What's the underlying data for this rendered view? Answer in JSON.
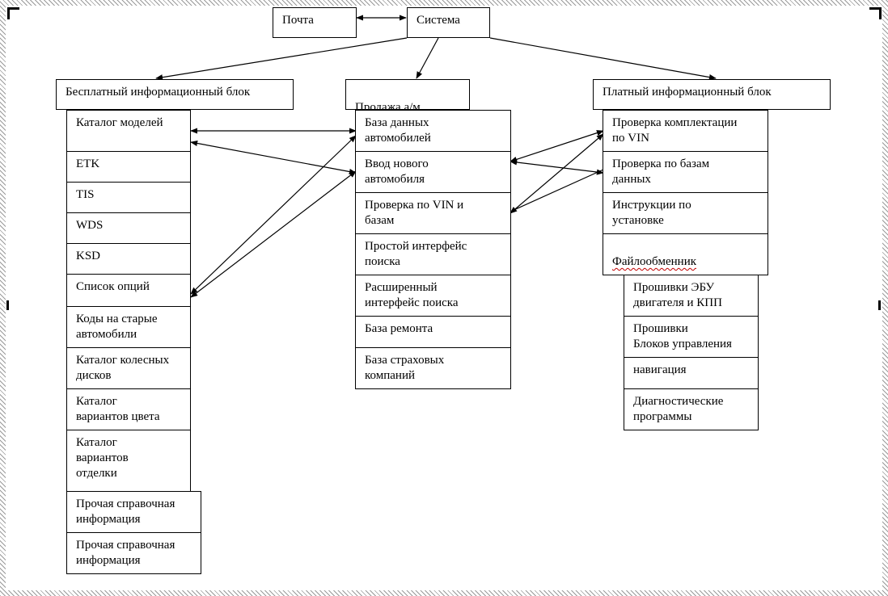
{
  "top": {
    "mail": "Почта",
    "system": "Система"
  },
  "free": {
    "header": "Бесплатный информационный блок",
    "items": [
      "Каталог моделей",
      "ETK",
      "TIS",
      "WDS",
      "KSD",
      "Список опций",
      "Коды на старые\nавтомобили",
      "Каталог колесных\nдисков",
      "Каталог\nвариантов цвета",
      "Каталог\nвариантов\nотделки",
      "Прочая справочная\nинформация",
      "Прочая справочная\nинформация"
    ]
  },
  "sale": {
    "header_underlined": "Продажа",
    "header_rest": " а/м",
    "items": [
      "База данных\nавтомобилей",
      "Ввод нового\nавтомобиля",
      "Проверка по VIN и\nбазам",
      "Простой интерфейс\nпоиска",
      "Расширенный\nинтерфейс поиска",
      "База ремонта",
      "База страховых\nкомпаний"
    ]
  },
  "paid": {
    "header": "Платный информационный блок",
    "items": [
      "Проверка комплектации\nпо VIN",
      "Проверка по базам\nданных",
      "Инструкции по\nустановке",
      "Файлообменник"
    ],
    "sub_items": [
      "Прошивки ЭБУ\nдвигателя и КПП",
      "Прошивки\nБлоков управления",
      "навигация",
      "Диагностические\nпрограммы"
    ]
  }
}
